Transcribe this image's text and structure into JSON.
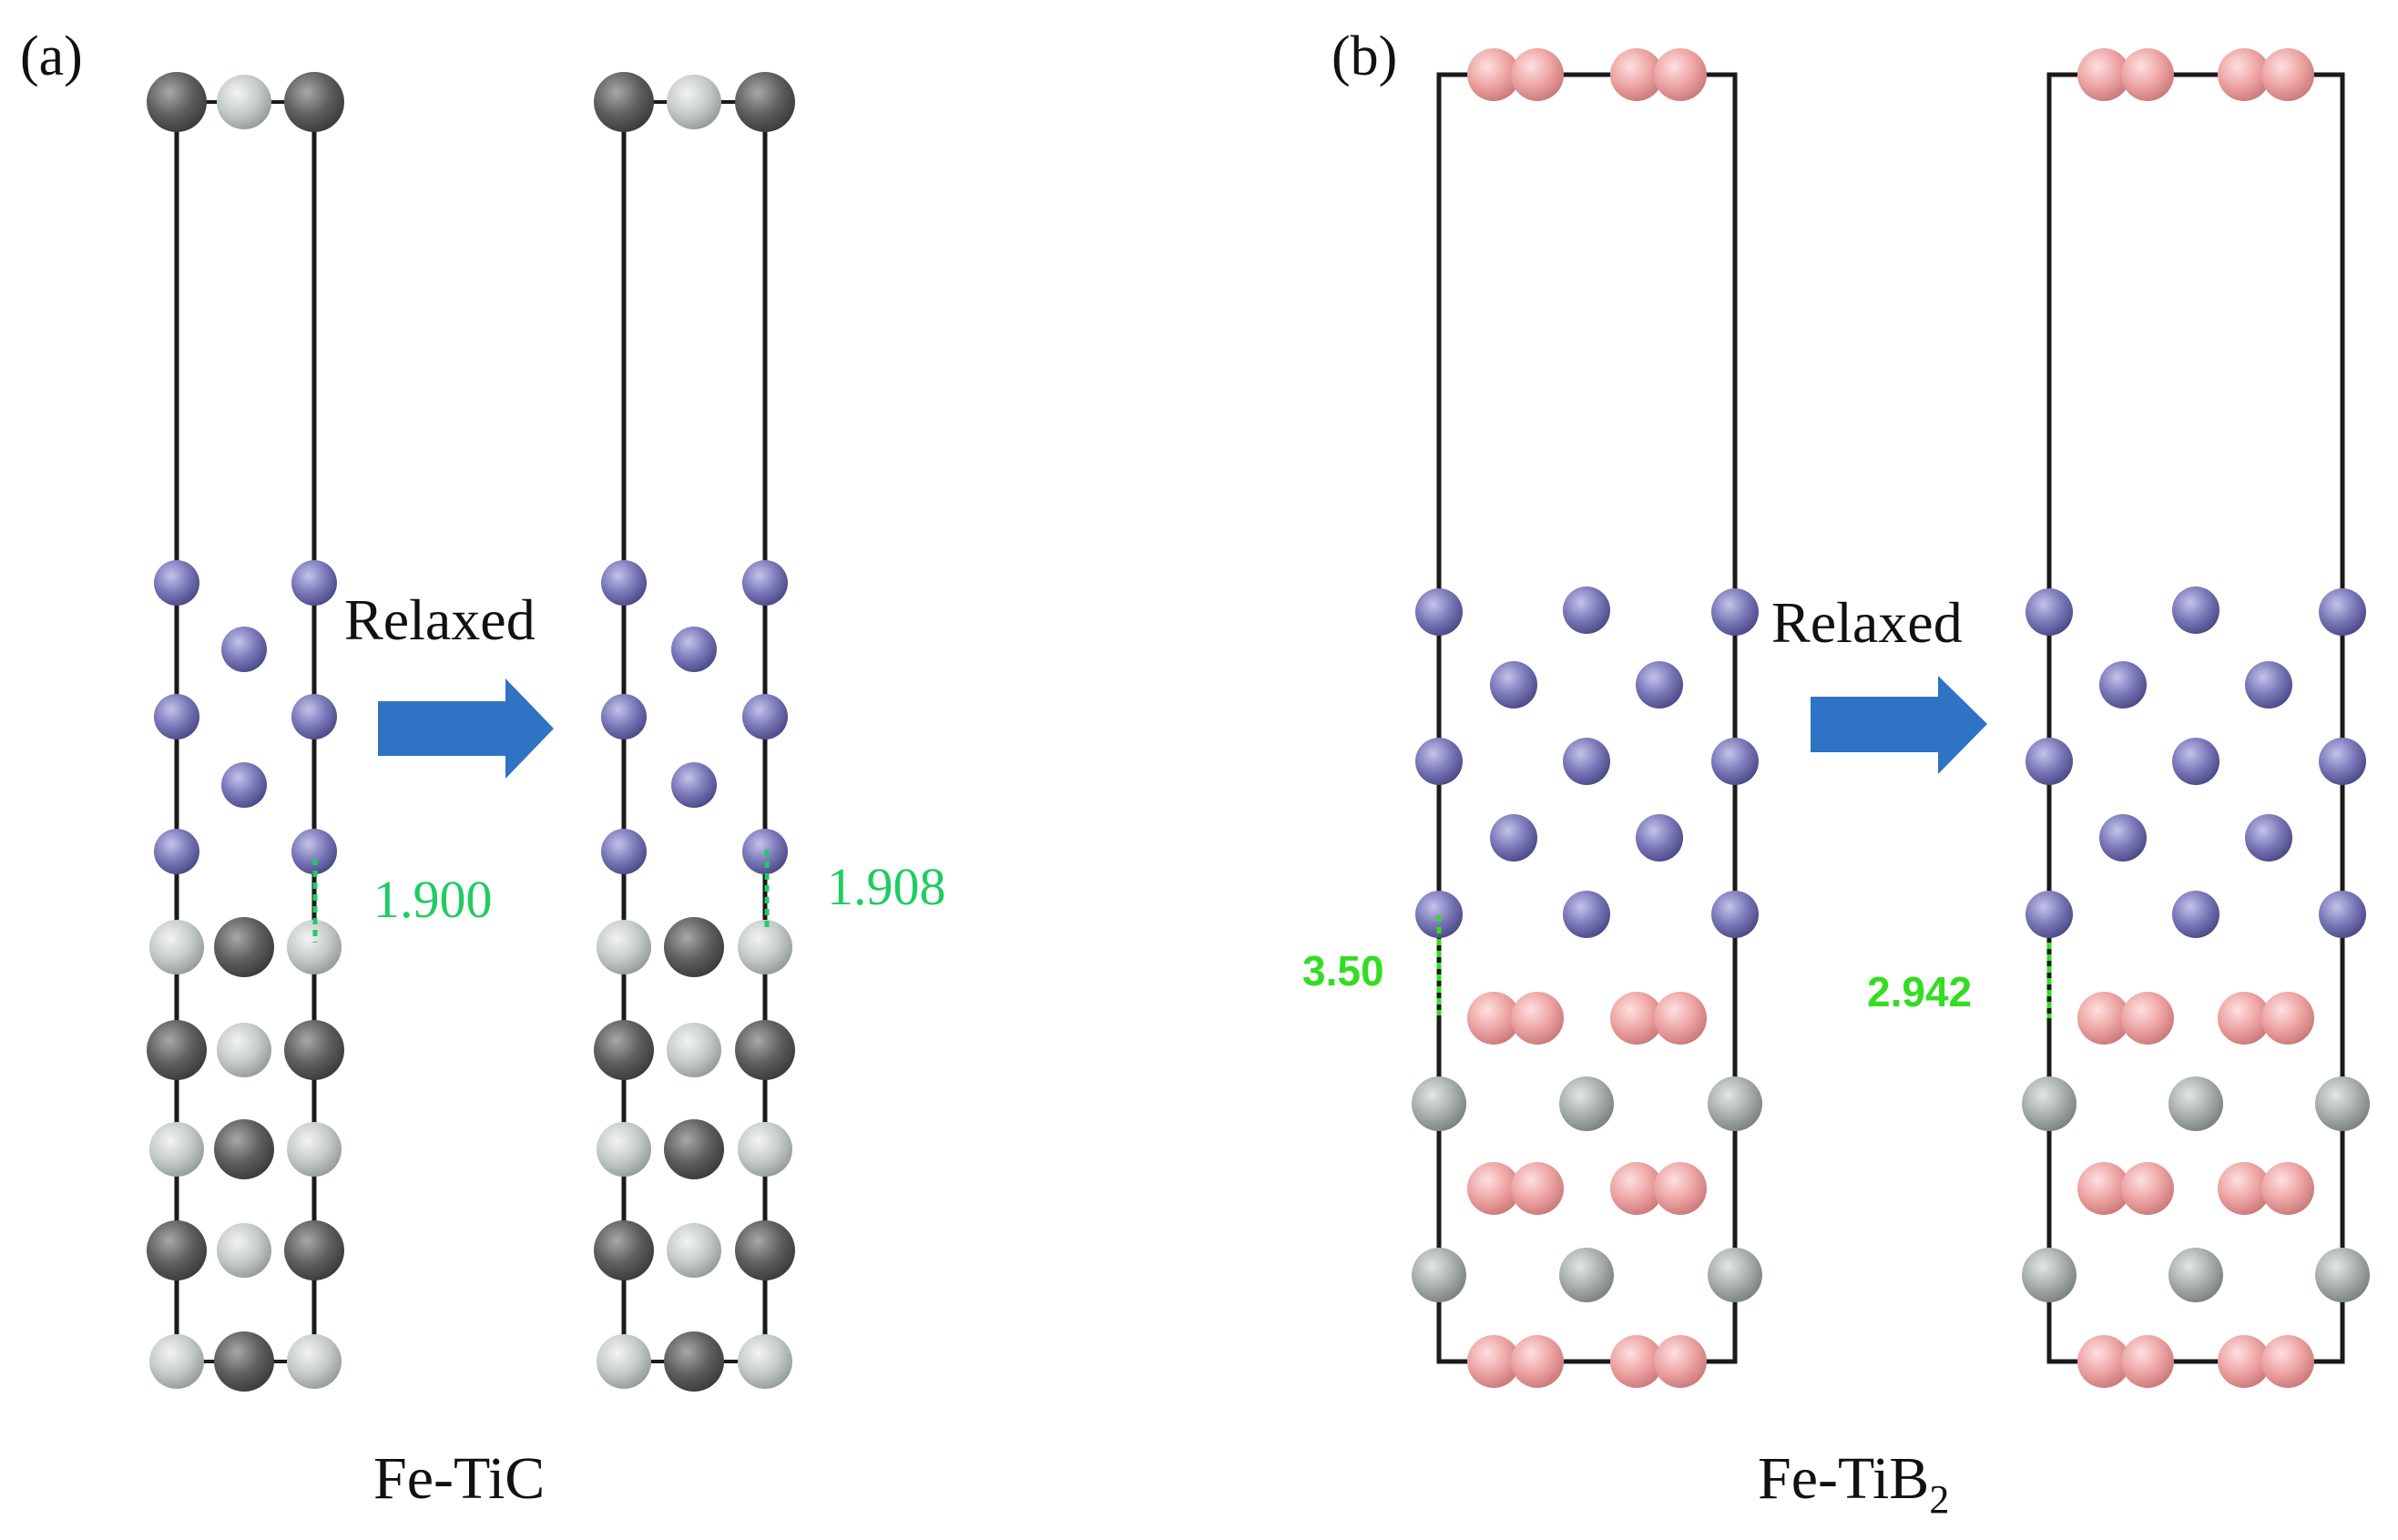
{
  "panels": {
    "a": {
      "label": "(a)",
      "arrow_text": "Relaxed",
      "caption": "Fe-TiC",
      "distance_before": "1.900",
      "distance_after": "1.908"
    },
    "b": {
      "label": "(b)",
      "arrow_text": "Relaxed",
      "caption_main": "Fe-TiB",
      "caption_sub": "2",
      "distance_before": "3.50",
      "distance_after": "2.942"
    }
  },
  "colors": {
    "fe": "#7a78b8",
    "ti_dark": "#5f5f5f",
    "c_light": "#c6cbcb",
    "ti_b": "#a9afaf",
    "b": "#eea4a4",
    "arrow": "#2f73c4",
    "distance_a": "#1fcc62",
    "distance_b": "#33dd22",
    "cell": "#1a1a1a"
  }
}
